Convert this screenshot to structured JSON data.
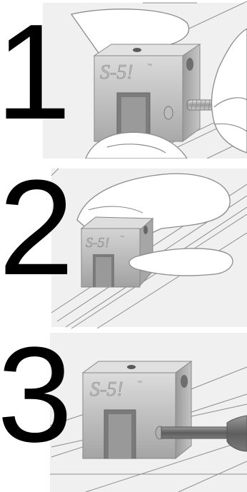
{
  "steps": [
    {
      "number": "1",
      "brand": "S-5!",
      "trademark": "™"
    },
    {
      "number": "2",
      "brand": "S-5!",
      "trademark": "™"
    },
    {
      "number": "3",
      "brand": "S-5!",
      "trademark": "™"
    }
  ],
  "colors": {
    "background": "#f0f0f0",
    "clamp_light": "#d8d8d8",
    "clamp_mid": "#b8b8b8",
    "clamp_dark": "#8a8a8a",
    "hand_outline": "#8c8c8c",
    "number": "#000000"
  },
  "icons": [
    "clamp-illustration",
    "hand-illustration",
    "setscrew-illustration",
    "seam-lines-illustration"
  ]
}
